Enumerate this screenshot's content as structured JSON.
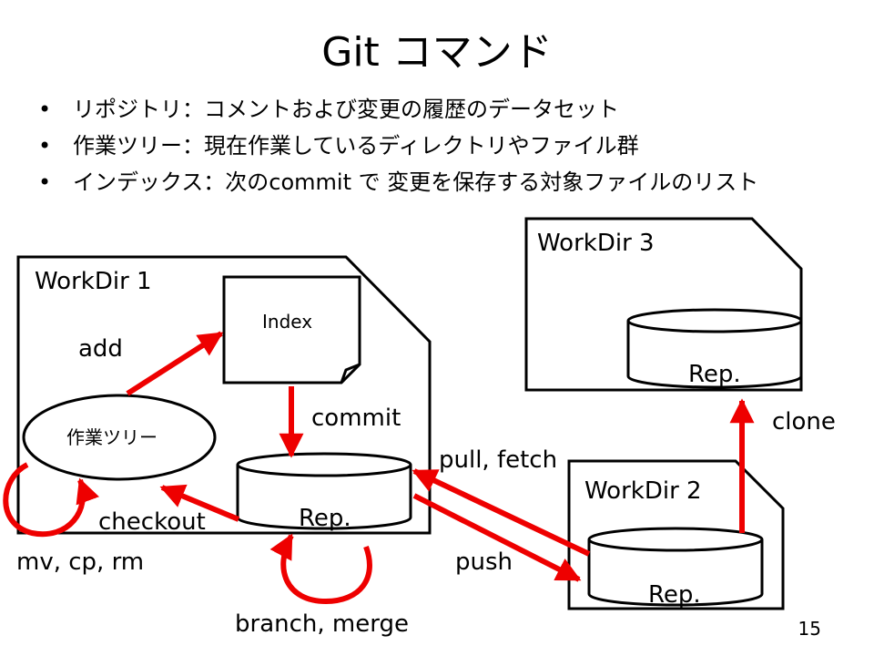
{
  "slide": {
    "title": "Git コマンド",
    "page_number": "15",
    "bullets": [
      "リポジトリ：コメントおよび変更の履歴のデータセット",
      "作業ツリー：現在作業しているディレクトリやファイル群",
      "インデックス：次のcommit で 変更を保存する対象ファイルのリスト"
    ]
  },
  "diagram": {
    "workdirs": {
      "w1": "WorkDir 1",
      "w2": "WorkDir 2",
      "w3": "WorkDir 3"
    },
    "nodes": {
      "index": "Index",
      "work_tree": "作業ツリー",
      "rep1": "Rep.",
      "rep2": "Rep.",
      "rep3": "Rep."
    },
    "commands": {
      "add": "add",
      "commit": "commit",
      "checkout": "checkout",
      "mv_cp_rm": "mv, cp, rm",
      "branch_merge": "branch, merge",
      "pull_fetch": "pull, fetch",
      "push": "push",
      "clone": "clone"
    },
    "colors": {
      "arrow": "#ee0000",
      "outline": "#000000"
    }
  }
}
